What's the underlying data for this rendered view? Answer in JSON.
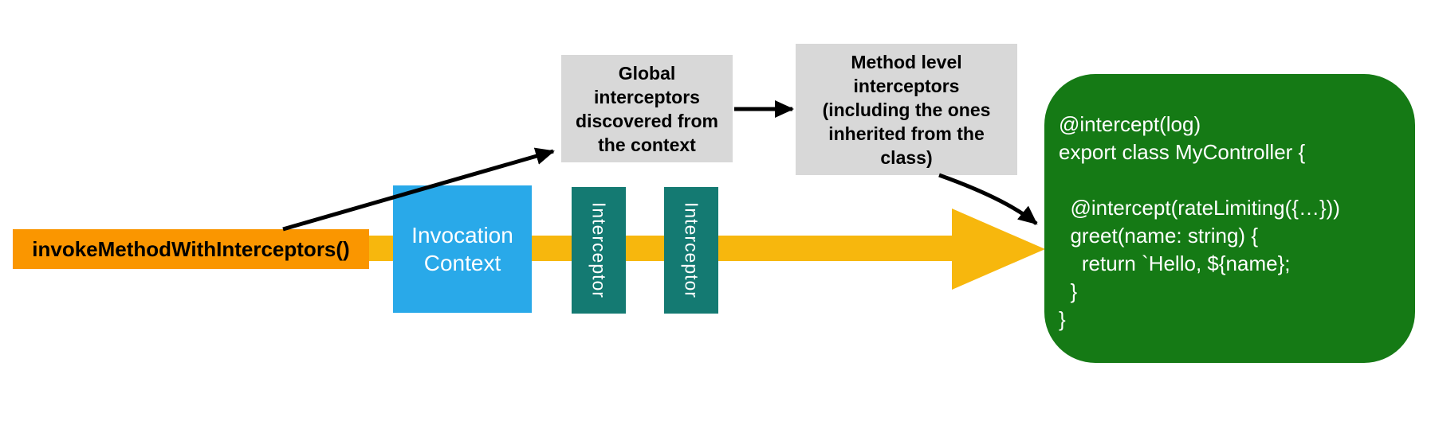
{
  "diagram": {
    "invoke_box": {
      "label": "invokeMethodWithInterceptors()"
    },
    "invocation_context_box": {
      "lines": [
        "Invocation",
        "Context"
      ]
    },
    "interceptor_boxes": [
      "Interceptor",
      "Interceptor"
    ],
    "global_interceptors_box": {
      "lines": [
        "Global",
        "interceptors",
        "discovered from",
        "the context"
      ]
    },
    "method_interceptors_box": {
      "lines": [
        "Method level",
        "interceptors",
        "(including the ones",
        "inherited from the",
        "class)"
      ]
    },
    "code_box": {
      "lines": [
        "@intercept(log)",
        "export class MyController {",
        "",
        "  @intercept(rateLimiting({…}))",
        "  greet(name: string) {",
        "    return `Hello, ${name};",
        "  }",
        "}"
      ]
    },
    "colors": {
      "invoke_orange": "#FA9600",
      "flow_yellow": "#F7B70D",
      "context_blue": "#29A9E9",
      "interceptor_teal": "#147A72",
      "code_green": "#157A15",
      "note_gray": "#D8D8D8",
      "arrow_black": "#000000"
    }
  }
}
